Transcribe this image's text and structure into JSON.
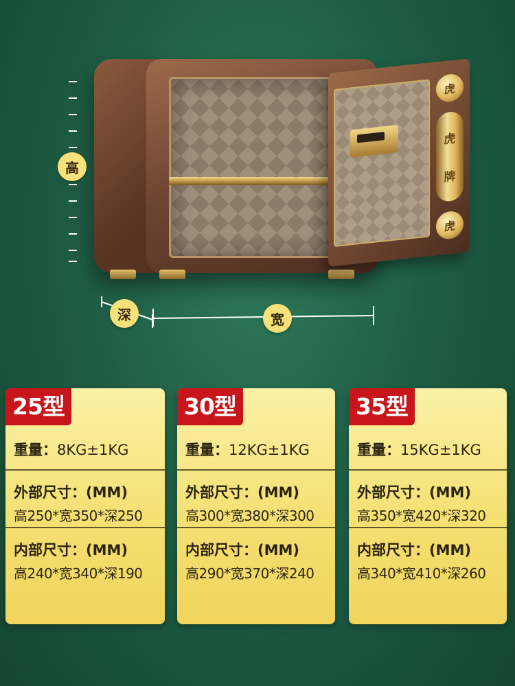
{
  "dimension_labels": {
    "height": "高",
    "depth": "深",
    "width": "宽"
  },
  "door_emblem": {
    "top": "虎",
    "middle_top": "虎",
    "middle_bottom": "牌",
    "bottom": "虎"
  },
  "models": [
    {
      "badge": "25型",
      "weight_label": "重量：",
      "weight_value": "8KG±1KG",
      "external_title": "外部尺寸：(MM)",
      "external_value": "高250*宽350*深250",
      "internal_title": "内部尺寸：(MM)",
      "internal_value": "高240*宽340*深190"
    },
    {
      "badge": "30型",
      "weight_label": "重量：",
      "weight_value": "12KG±1KG",
      "external_title": "外部尺寸：(MM)",
      "external_value": "高300*宽380*深300",
      "internal_title": "内部尺寸：(MM)",
      "internal_value": "高290*宽370*深240"
    },
    {
      "badge": "35型",
      "weight_label": "重量：",
      "weight_value": "15KG±1KG",
      "external_title": "外部尺寸：(MM)",
      "external_value": "高350*宽420*深320",
      "internal_title": "内部尺寸：(MM)",
      "internal_value": "高340*宽410*深260"
    }
  ],
  "colors": {
    "background": "#1f5e45",
    "card": "#f5e073",
    "badge": "#c8141b",
    "label_circle": "#f7e27a"
  }
}
